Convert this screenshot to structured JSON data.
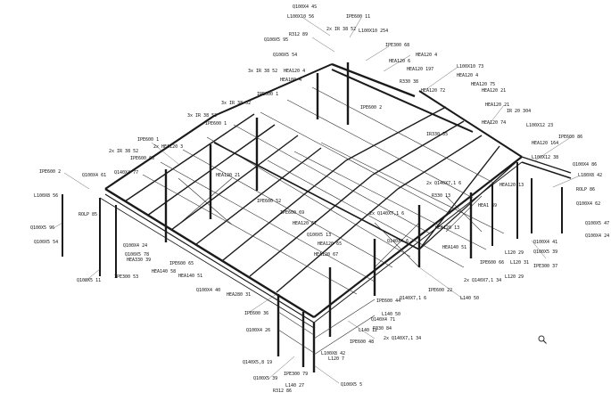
{
  "viewer": {
    "zoom_icon": "magnifier-icon"
  },
  "diagram": {
    "labels": [
      "Q100X4 4S",
      "L100X10 56",
      "IPE600 11",
      "2x IR 38 52",
      "R312 89",
      "Q100X5 95",
      "L100X10 254",
      "Q100X5 54",
      "IPE300 68",
      "HEA120 4",
      "HEA120 6",
      "L100X10 73",
      "3x IR 38 52",
      "HEA120 4",
      "HEA120 197",
      "HEA180 4",
      "HEA120 4",
      "R330 38",
      "HEA120 75",
      "HEA120 72",
      "HEA120 21",
      "IPE600 1",
      "HEA120 21",
      "3x IR 38 52",
      "IPE600 2",
      "IR 20 304",
      "3x IR 38 52",
      "IPE600 1",
      "HEA120 74",
      "L100X12 23",
      "IR330 35",
      "IPE600 86",
      "IPE600 1",
      "2x HEA120 3",
      "HEA120 164",
      "2x IR 38 52",
      "L100X12 38",
      "IPE600 63",
      "Q100X4 86",
      "Q140X4 77",
      "L180X8 42",
      "IPE600 2",
      "Q100X4 61",
      "HEA120 21",
      "HEA120 13",
      "ROLP 86",
      "L100X8 56",
      "2x Q140X7,1 6",
      "Q100X4 62",
      "R330 13",
      "ROLP 85",
      "IPE600 52",
      "HEA1 89",
      "Q100X5 96",
      "IPE600 69",
      "2x Q140X7,1 6",
      "Q100X5 54",
      "HEA120 67",
      "HEA120 13",
      "Q100X5 13",
      "Q100X5 47",
      "Q100X4 24",
      "Q100X4 24",
      "HEA120 65",
      "Q140X4 6",
      "Q100X4 41",
      "Q100X5 78",
      "HEA140 51",
      "HEA330 39",
      "IPE600 65",
      "HEA120 67",
      "L120 29",
      "Q100X5 39",
      "IPE600 66",
      "HEA140 58",
      "HEA140 51",
      "IPE300 53",
      "L120 31",
      "IPE300 37",
      "Q100X5 11",
      "Q100X4 40",
      "IPE600 22",
      "2x Q140X7,1 34",
      "HEA280 31",
      "Q140X7,1 6",
      "L140 50",
      "IPE600 44",
      "L140 50",
      "IPE600 36",
      "Q140X4 71",
      "R330 84",
      "Q100X4 26",
      "L140 12",
      "2x Q140X7,1 34",
      "L100X8 42",
      "IPE600 48",
      "Q140X5,8 19",
      "L120 7",
      "IPE300 79",
      "Q100X5 39",
      "L140 27",
      "R312 86",
      "Q100X5 5",
      "L120 29"
    ]
  }
}
